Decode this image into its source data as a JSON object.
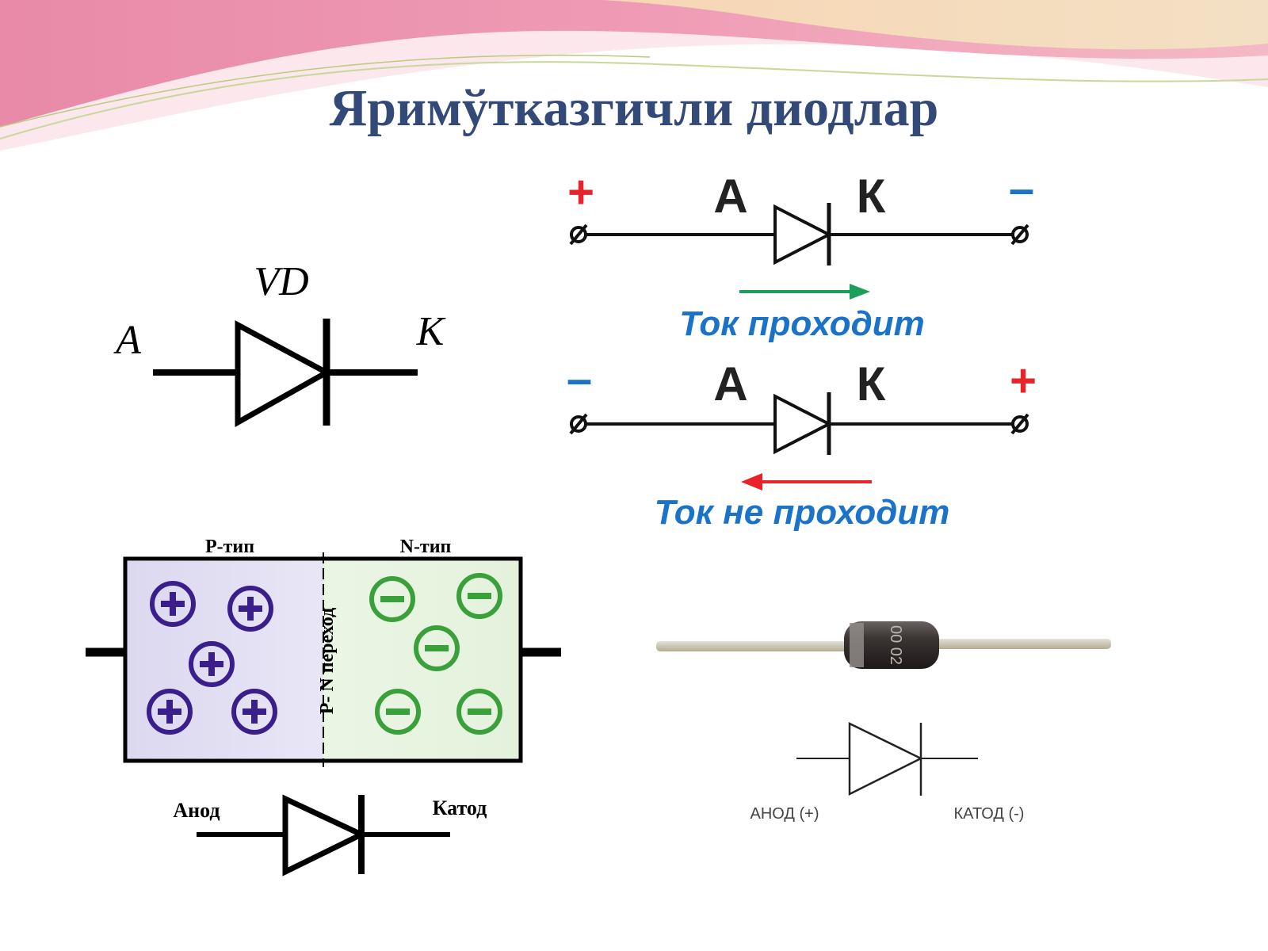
{
  "slide": {
    "title": "Яримўтказгичли диодлар"
  },
  "symbol_diagram": {
    "designator": "VD",
    "anode_label": "A",
    "cathode_label": "K"
  },
  "bias_diagram": {
    "forward": {
      "left_sign": "+",
      "right_sign": "–",
      "anode_label": "А",
      "cathode_label": "К",
      "caption": "Ток проходит",
      "arrow_color": "#1aa05a"
    },
    "reverse": {
      "left_sign": "–",
      "right_sign": "+",
      "anode_label": "А",
      "cathode_label": "К",
      "caption": "Ток не проходит",
      "arrow_color": "#e8232a"
    },
    "plus_color": "#e8232a",
    "minus_color": "#1a73c9",
    "caption_color": "#1a73c9"
  },
  "pn_diagram": {
    "p_label": "Р-тип",
    "n_label": "N-тип",
    "junction_label": "Р- N переход",
    "hole_symbol": "+",
    "electron_symbol": "–",
    "anode_label": "Анод",
    "cathode_label": "Катод",
    "p_color": "#3a1e8c",
    "n_color": "#3aa03a"
  },
  "component": {
    "marking": "00 02",
    "anode_label": "АНОД (+)",
    "cathode_label": "КАТОД (-)"
  }
}
